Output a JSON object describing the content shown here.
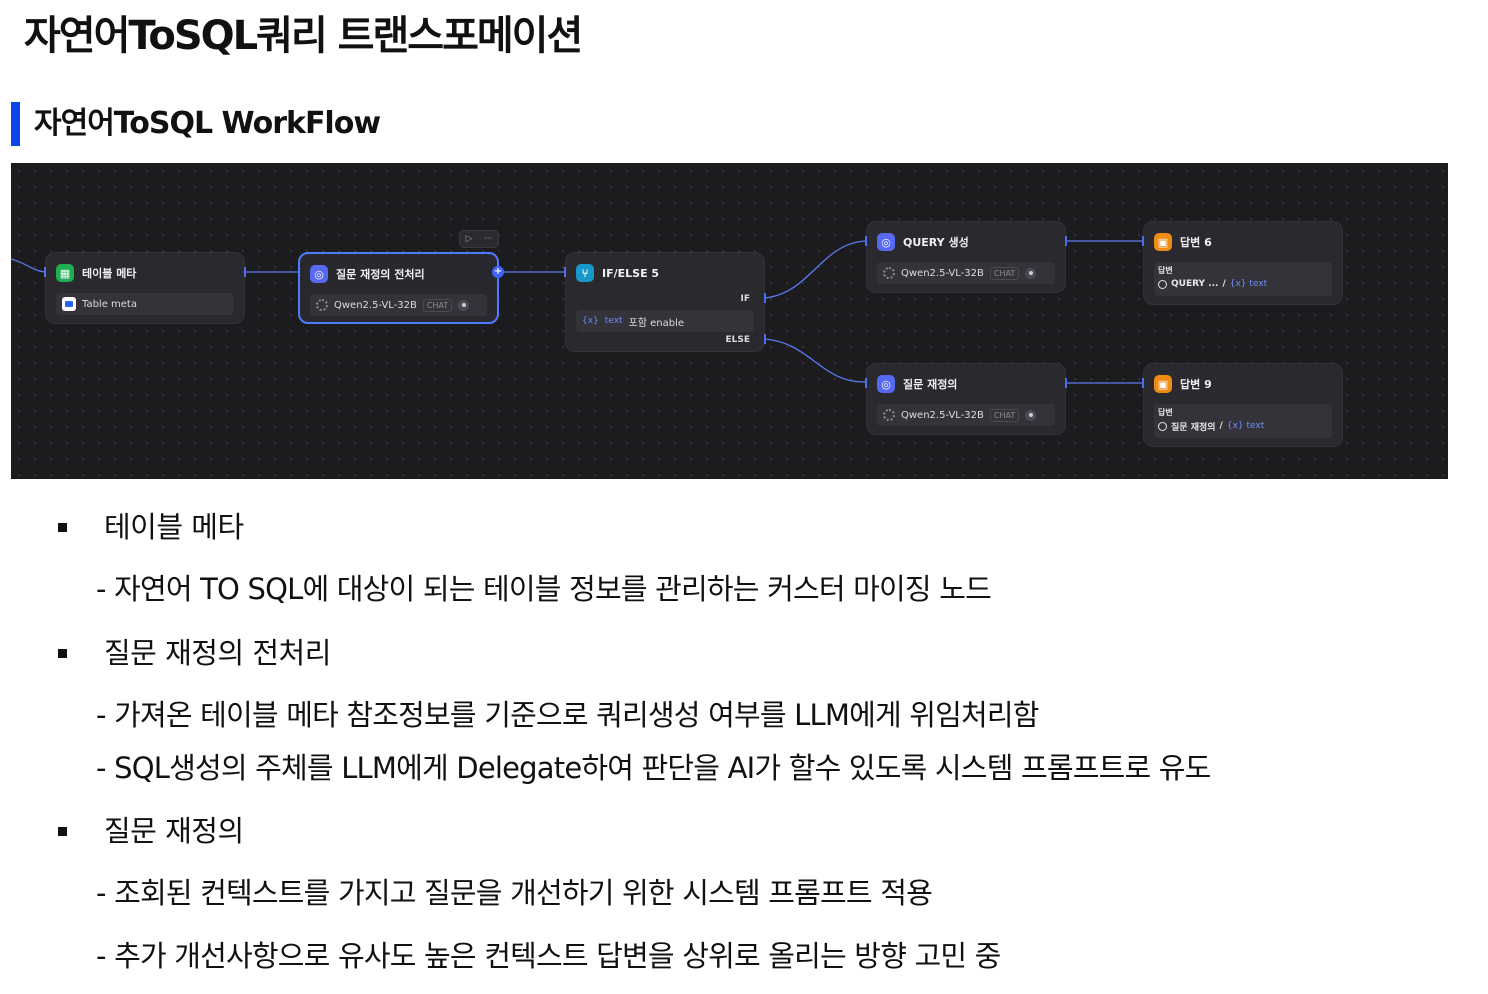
{
  "page": {
    "title": "자연어ToSQL쿼리 트랜스포메이션"
  },
  "section": {
    "title": "자연어ToSQL WorkFlow"
  },
  "workflow": {
    "nodes": {
      "table_meta": {
        "title": "테이블 메타",
        "chip": "Table meta"
      },
      "preprocess": {
        "title": "질문 재정의 전처리",
        "model": "Qwen2.5-VL-32B",
        "tag": "CHAT"
      },
      "ifelse": {
        "title": "IF/ELSE 5",
        "if_label": "IF",
        "else_label": "ELSE",
        "cond_var": "{x}",
        "cond_text": "text",
        "cond_op": "포함 enable"
      },
      "query": {
        "title": "QUERY 생성",
        "model": "Qwen2.5-VL-32B",
        "tag": "CHAT"
      },
      "redefine": {
        "title": "질문 재정의",
        "model": "Qwen2.5-VL-32B",
        "tag": "CHAT"
      },
      "answer6": {
        "title": "답변 6",
        "label": "답변",
        "ref": "QUERY ...",
        "sep": "/",
        "var": "{x} text"
      },
      "answer9": {
        "title": "답변 9",
        "label": "답변",
        "ref": "질문 재정의",
        "sep": "/",
        "var": "{x} text"
      }
    },
    "toolbar": {
      "run": "▷",
      "more": "···"
    }
  },
  "content": {
    "items": [
      {
        "title": "테이블 메타",
        "subs": [
          "- 자연어 TO SQL에 대상이 되는 테이블 정보를 관리하는 커스터 마이징 노드"
        ]
      },
      {
        "title": "질문 재정의 전처리",
        "subs": [
          "- 가져온 테이블 메타 참조정보를 기준으로  쿼리생성 여부를 LLM에게 위임처리함",
          "- SQL생성의 주체를 LLM에게 Delegate하여 판단을 AI가 할수 있도록 시스템 프롬프트로 유도"
        ]
      },
      {
        "title": "질문 재정의",
        "subs": [
          "- 조회된 컨텍스트를 가지고 질문을 개선하기 위한 시스템 프롬프트 적용",
          "- 추가 개선사항으로 유사도 높은 컨텍스트 답변을 상위로 올리는 방향 고민 중"
        ]
      }
    ]
  },
  "colors": {
    "accent": "#0a45e6",
    "canvas": "#1c1c1f",
    "edge": "#4d6ef0"
  }
}
